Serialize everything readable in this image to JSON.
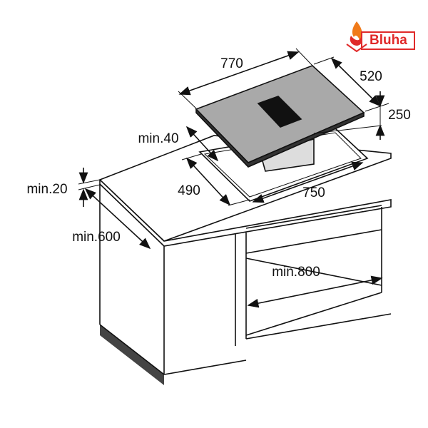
{
  "logo": {
    "text": "Bluha",
    "color": "#e02a2a",
    "flame_color": "#f07a1a"
  },
  "dimensions": {
    "hob_width": "770",
    "hob_depth": "520",
    "hob_height": "250",
    "min_front": "min.40",
    "cutout_depth": "490",
    "cutout_width": "750",
    "min_worktop": "min.20",
    "min_depth": "min.600",
    "min_cabinet": "min.800"
  },
  "colors": {
    "line": "#111111",
    "hob_glass": "#a9a9a9",
    "vent": "#111111"
  }
}
